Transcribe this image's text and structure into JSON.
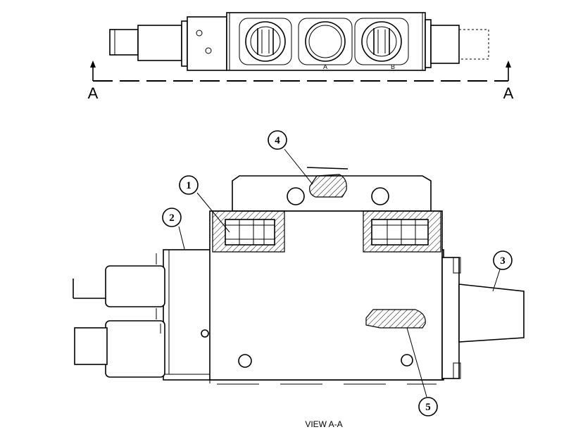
{
  "section": {
    "left_label": "A",
    "right_label": "A"
  },
  "port_labels": {
    "port_a": "A",
    "port_b": "B"
  },
  "caption": "VIEW A-A",
  "callouts": [
    "1",
    "2",
    "3",
    "4",
    "5"
  ]
}
